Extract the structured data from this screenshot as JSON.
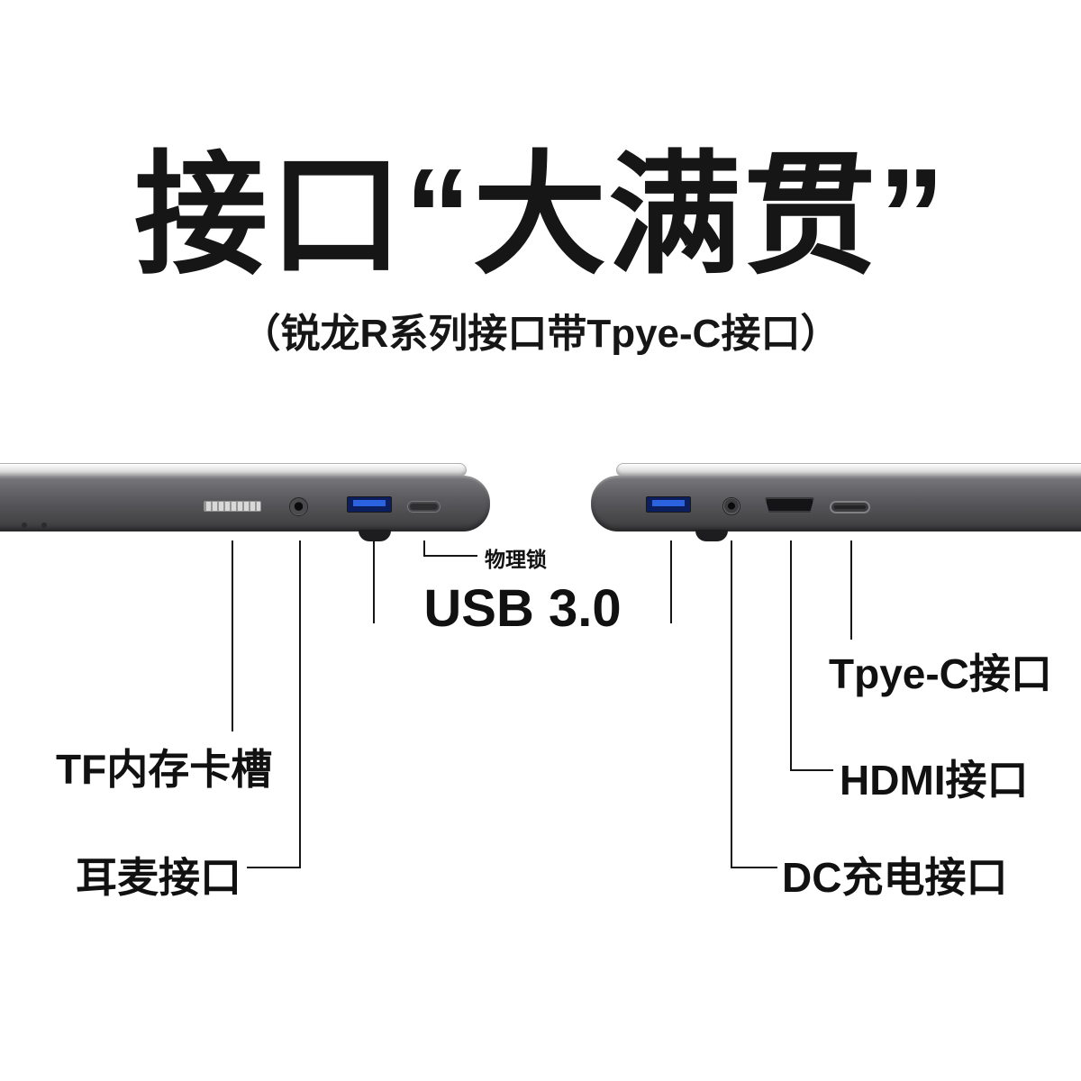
{
  "header": {
    "title": "接口“大满贯”",
    "subtitle": "（锐龙R系列接口带Tpye-C接口）"
  },
  "callouts": {
    "usb": "USB 3.0",
    "physical_lock": "物理锁",
    "type_c": "Tpye-C接口",
    "hdmi": "HDMI接口",
    "dc_power": "DC充电接口",
    "tf_card": "TF内存卡槽",
    "headset": "耳麦接口"
  },
  "colors": {
    "usb_port_blue": "#2b62e0",
    "text": "#161616",
    "laptop_body_dark": "#3b3b3d",
    "background": "#ffffff"
  }
}
